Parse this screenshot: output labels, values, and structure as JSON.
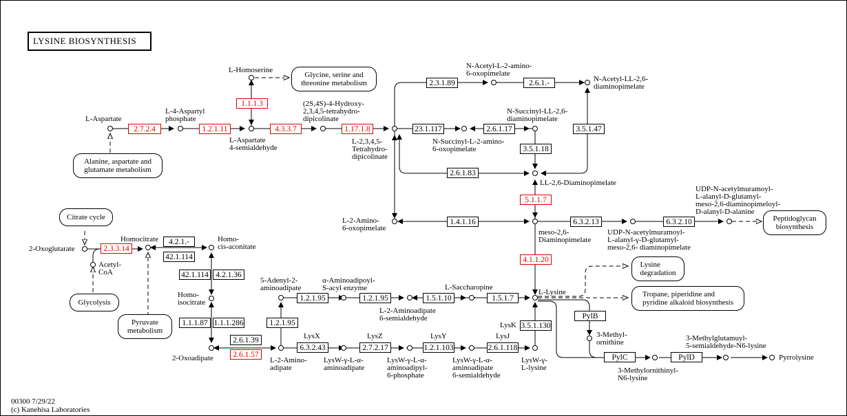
{
  "title": "LYSINE BIOSYNTHESIS",
  "footer": {
    "line1": "00300 7/29/22",
    "line2": "(c) Kanehisa Laboratories"
  },
  "colors": {
    "highlight": "#e00000",
    "normal": "#000000"
  },
  "enzymes": {
    "e2724": "2.7.2.4",
    "e12111": "1.2.1.11",
    "e1113": "1.1.1.3",
    "e4337": "4.3.3.7",
    "e11718": "1.17.1.8",
    "e23189": "2.3.1.89",
    "e261dash": "2.6.1.-",
    "e231117": "23.1.117",
    "e26117": "2.6.1.17",
    "e35147": "3.5.1.47",
    "e35118": "3.5.1.18",
    "e26183": "2.6.1.83",
    "e5117": "5.1.1.7",
    "e14116": "1.4.1.16",
    "e63213": "6.3.2.13",
    "e63210": "6.3.2.10",
    "e41120": "4.1.1.20",
    "e23314": "2.3.3.14",
    "e421dash": "4.2.1.-",
    "e421114a": "42.1.114",
    "e421114b": "42.1.114",
    "e42136": "4.2.1.36",
    "e11187": "1.1.1.87",
    "e111286": "1.1.1.286",
    "e26139": "2.6.1.39",
    "e26157": "2.6.1.57",
    "e12195a": "1.2.1.95",
    "e12195b": "1.2.1.95",
    "e12195c": "1.2.1.95",
    "e15110": "1.5.1.10",
    "e1517": "1.5.1.7",
    "e63243": "6.3.2.43",
    "e27217": "2.7.2.17",
    "e121103": "1.2.1.103",
    "e261118": "2.6.1.118",
    "e351130": "3.5.1.130",
    "pylB": "PylB",
    "pylC": "PylC",
    "pylD": "PylD"
  },
  "enzyme_aliases": {
    "lysX": "LysX",
    "lysZ": "LysZ",
    "lysY": "LysY",
    "lysJ": "LysJ",
    "lysK": "LysK"
  },
  "maps": {
    "ala": "Alanine, aspartate and\nglutamate metabolism",
    "gly": "Glycine, serine and\nthreonine metabolism",
    "pep": "Peptidoglycan\nbiosynthesis",
    "citrate": "Citrate cycle",
    "glycolysis": "Glycolysis",
    "pyruvate": "Pyruvate\nmetabolism",
    "lysdeg": "Lysine\ndegradation",
    "tropane": "Tropane, piperidine and\npyridine alkaloid biosynthesis"
  },
  "compounds": {
    "asp": "L-Aspartate",
    "asp4p": "L-4-Aspartyl\nphosphate",
    "homoser": "L-Homoserine",
    "aspsa": "L-Aspartate\n4-semialdehyde",
    "htpa": "(2S,4S)-4-Hydroxy-\n2,3,4,5-tetrahydro-\ndipicolinate",
    "thdp": "L-2,3,4,5-\nTetrahydro-\ndipicolinate",
    "nacaop": "N-Acetyl-L-2-amino-\n6-oxopimelate",
    "nacdap": "N-Acetyl-LL-2,6-\ndiaminopimelate",
    "nsucdap": "N-Succinyl-LL-2,6-\ndiaminopimelate",
    "nsucaop": "N-Succinyl-L-2-amino-\n6-oxopimelate",
    "lldap": "LL-2,6-Diaminopimelate",
    "aop": "L-2-Amino-\n6-oxopimelate",
    "mesodap": "meso-2,6-\nDiaminopimelate",
    "udp1": "UDP-N-acetylmuramoyl-\nL-alanyl-γ-D-glutamyl-\nmeso-2,6- diaminopimelate",
    "udp2": "UDP-N-acetylmuramoyl-\nL-alanyl-D-glutamyl-\nmeso-2,6-diaminopimeloyl-\nD-alanyl-D-alanine",
    "oxoglut": "2-Oxoglutarate",
    "acoa": "Acetyl-\nCoA",
    "homocit": "Homocitrate",
    "homoacon": "Homo-\ncis-aconitate",
    "homoisocit": "Homo-\nisocitrate",
    "oxoadip": "2-Oxoadipate",
    "adenylaa": "5-Adenyl-2-\naminoadipate",
    "aaacyl": "α-Aminoadipoyl-\nS-acyl enzyme",
    "aasa": "L-2-Aminoadipate\n6-semialdehyde",
    "sacch": "L-Saccharopine",
    "lys": "L-Lysine",
    "aad": "L-2-Amino-\nadipate",
    "lyswaa": "LysW-γ-L-α-\naminoadipate",
    "lyswaap": "LysW-γ-L-α-\naminoadipyl-\n6-phosphate",
    "lyswasa": "LysW-γ-L-α-\naminoadipate\n6-semialdehyde",
    "lyswlys": "LysW-γ-\nL-lysine",
    "methorn": "3-Methyl-\nornithine",
    "methornlys": "3-Methylornithinyl-\nN6-lysine",
    "methglut": "3-Methylglutamuyl-\n5-semialdehyde-N6-lysine",
    "pyrrolys": "Pyrrolysine"
  }
}
